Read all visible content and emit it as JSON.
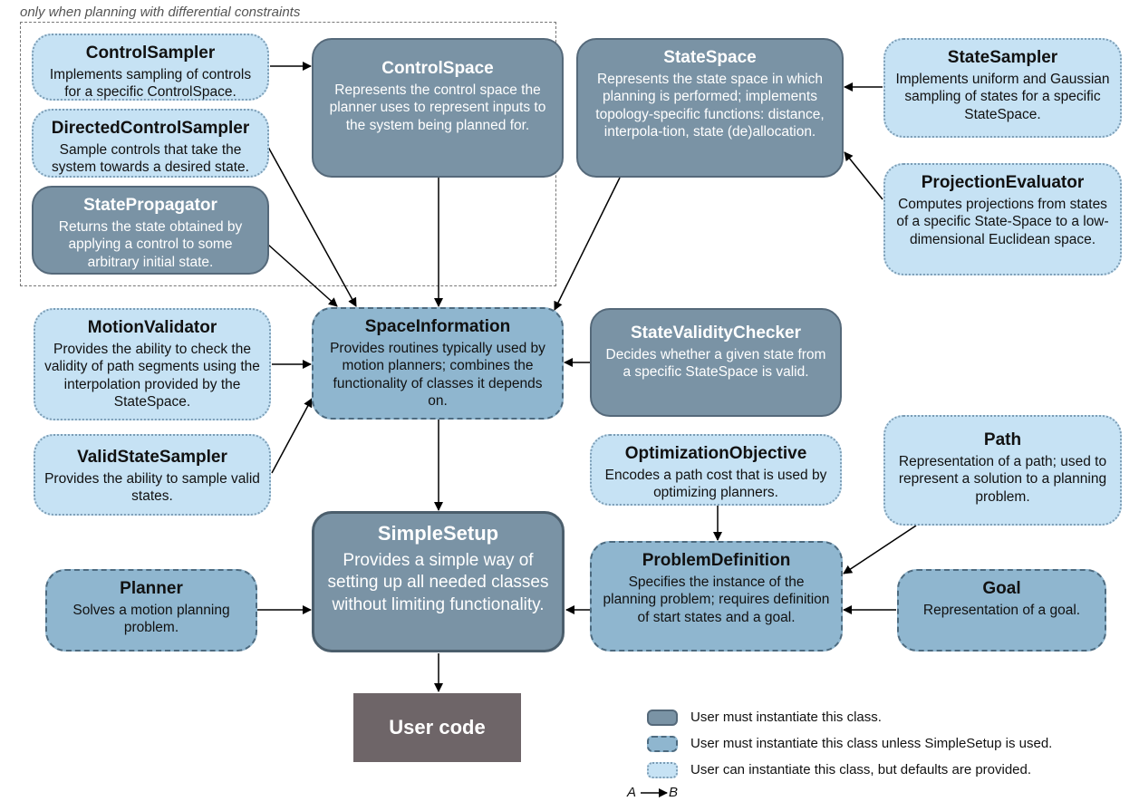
{
  "region_caption": "only when planning with differential constraints",
  "boxes": {
    "control_sampler": {
      "title": "ControlSampler",
      "desc": "Implements sampling of controls for a specific ControlSpace."
    },
    "directed_control_sampler": {
      "title": "DirectedControlSampler",
      "desc": "Sample controls that take the system towards a desired state."
    },
    "state_propagator": {
      "title": "StatePropagator",
      "desc": "Returns the state obtained by applying a control to some arbitrary initial state."
    },
    "control_space": {
      "title": "ControlSpace",
      "desc": "Represents the control space the planner uses to represent inputs to the system being planned for."
    },
    "state_space": {
      "title": "StateSpace",
      "desc": "Represents the state space in which planning is performed; implements topology-specific functions: distance, interpola-tion, state (de)allocation."
    },
    "state_sampler": {
      "title": "StateSampler",
      "desc": "Implements uniform and Gaussian sampling of states for a specific StateSpace."
    },
    "projection_evaluator": {
      "title": "ProjectionEvaluator",
      "desc": "Computes projections from states of a specific State-Space to a low-dimensional Euclidean space."
    },
    "motion_validator": {
      "title": "MotionValidator",
      "desc": "Provides the ability to check the validity of path segments using the interpolation provided by the StateSpace."
    },
    "space_information": {
      "title": "SpaceInformation",
      "desc": "Provides routines typically used by motion planners; combines the functionality of classes it depends on."
    },
    "state_validity_checker": {
      "title": "StateValidityChecker",
      "desc": "Decides whether a given state from a specific StateSpace is valid."
    },
    "valid_state_sampler": {
      "title": "ValidStateSampler",
      "desc": "Provides the ability to sample valid states."
    },
    "optimization_objective": {
      "title": "OptimizationObjective",
      "desc": "Encodes a path cost that is used by optimizing planners."
    },
    "path": {
      "title": "Path",
      "desc": "Representation of a path; used to represent a solution to a planning problem."
    },
    "simple_setup": {
      "title": "SimpleSetup",
      "desc": "Provides a simple way of setting up all needed classes without limiting functionality."
    },
    "planner": {
      "title": "Planner",
      "desc": "Solves a motion planning problem."
    },
    "problem_definition": {
      "title": "ProblemDefinition",
      "desc": "Specifies the instance of the planning problem; requires definition of start states and a goal."
    },
    "goal": {
      "title": "Goal",
      "desc": "Representation of a goal."
    }
  },
  "user_code": "User code",
  "legend": {
    "must": "User must instantiate this class.",
    "must_unless": "User must instantiate this class unless SimpleSetup is used.",
    "can": "User can instantiate this class, but defaults are provided.",
    "arrow_a": "A",
    "arrow_b": "B"
  },
  "colors": {
    "must_fill": "#7a93a5",
    "must_unless_fill": "#8fb6cf",
    "can_fill": "#c6e2f4",
    "user_code_fill": "#6e6568"
  }
}
